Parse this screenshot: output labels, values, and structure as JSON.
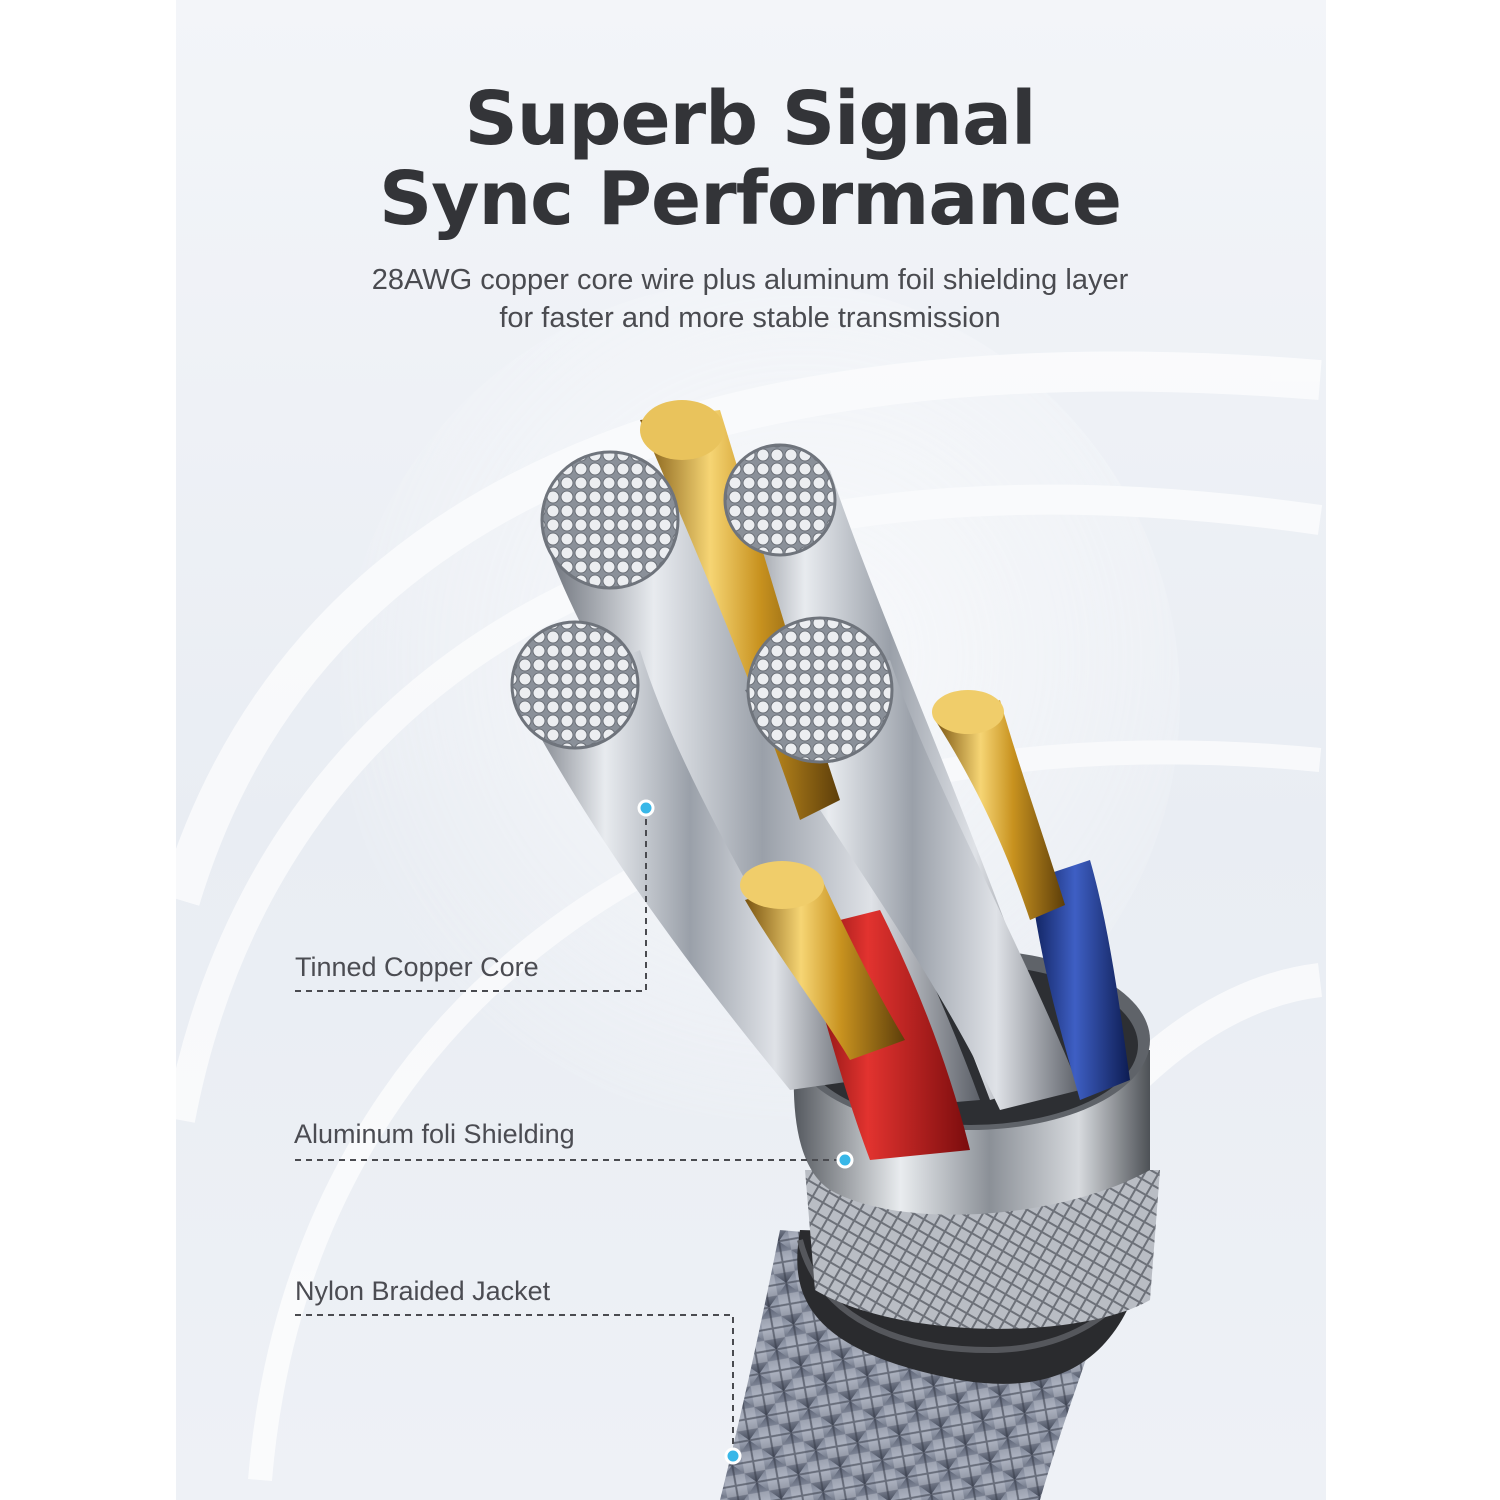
{
  "hero": {
    "headline_line1": "Superb Signal",
    "headline_line2": "Sync Performance",
    "subtitle_line1": "28AWG copper core wire plus aluminum foil shielding layer",
    "subtitle_line2": "for faster and more stable transmission"
  },
  "callouts": [
    {
      "label": "Tinned Copper Core"
    },
    {
      "label": "Aluminum foli Shielding"
    },
    {
      "label": "Nylon Braided Jacket"
    }
  ],
  "colors": {
    "headline": "#333438",
    "accent_dot": "#38b7e8",
    "red_insulation": "#c8191b",
    "blue_insulation": "#1f3d9a",
    "gold_conductor": "#d9a826"
  }
}
